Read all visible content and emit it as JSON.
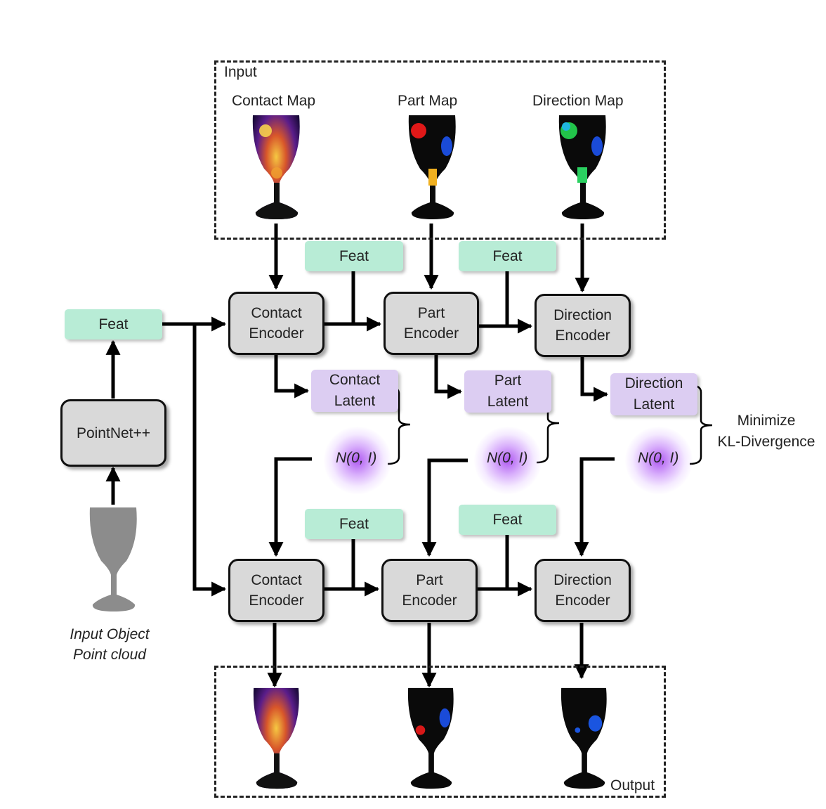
{
  "input_box": {
    "title": "Input"
  },
  "output_box": {
    "title": "Output"
  },
  "maps": {
    "contact": "Contact Map",
    "part": "Part Map",
    "direction": "Direction Map"
  },
  "feat_label": "Feat",
  "encoders": {
    "top_contact": "Contact\nEncoder",
    "top_part": "Part\nEncoder",
    "top_direction": "Direction\nEncoder",
    "bottom_contact": "Contact\nEncoder",
    "bottom_part": "Part\nEncoder",
    "bottom_direction": "Direction\nEncoder"
  },
  "latents": {
    "contact": "Contact\nLatent",
    "part": "Part\nLatent",
    "direction": "Direction\nLatent"
  },
  "normal_label": "N(0, I)",
  "pointnet": "PointNet++",
  "input_object": "Input Object\nPoint cloud",
  "kl": "Minimize\nKL-Divergence",
  "colors": {
    "feat": "#b8ecd6",
    "latent": "#dccdf2",
    "encoder": "#d9d9d9",
    "glow": "#b060f0"
  }
}
